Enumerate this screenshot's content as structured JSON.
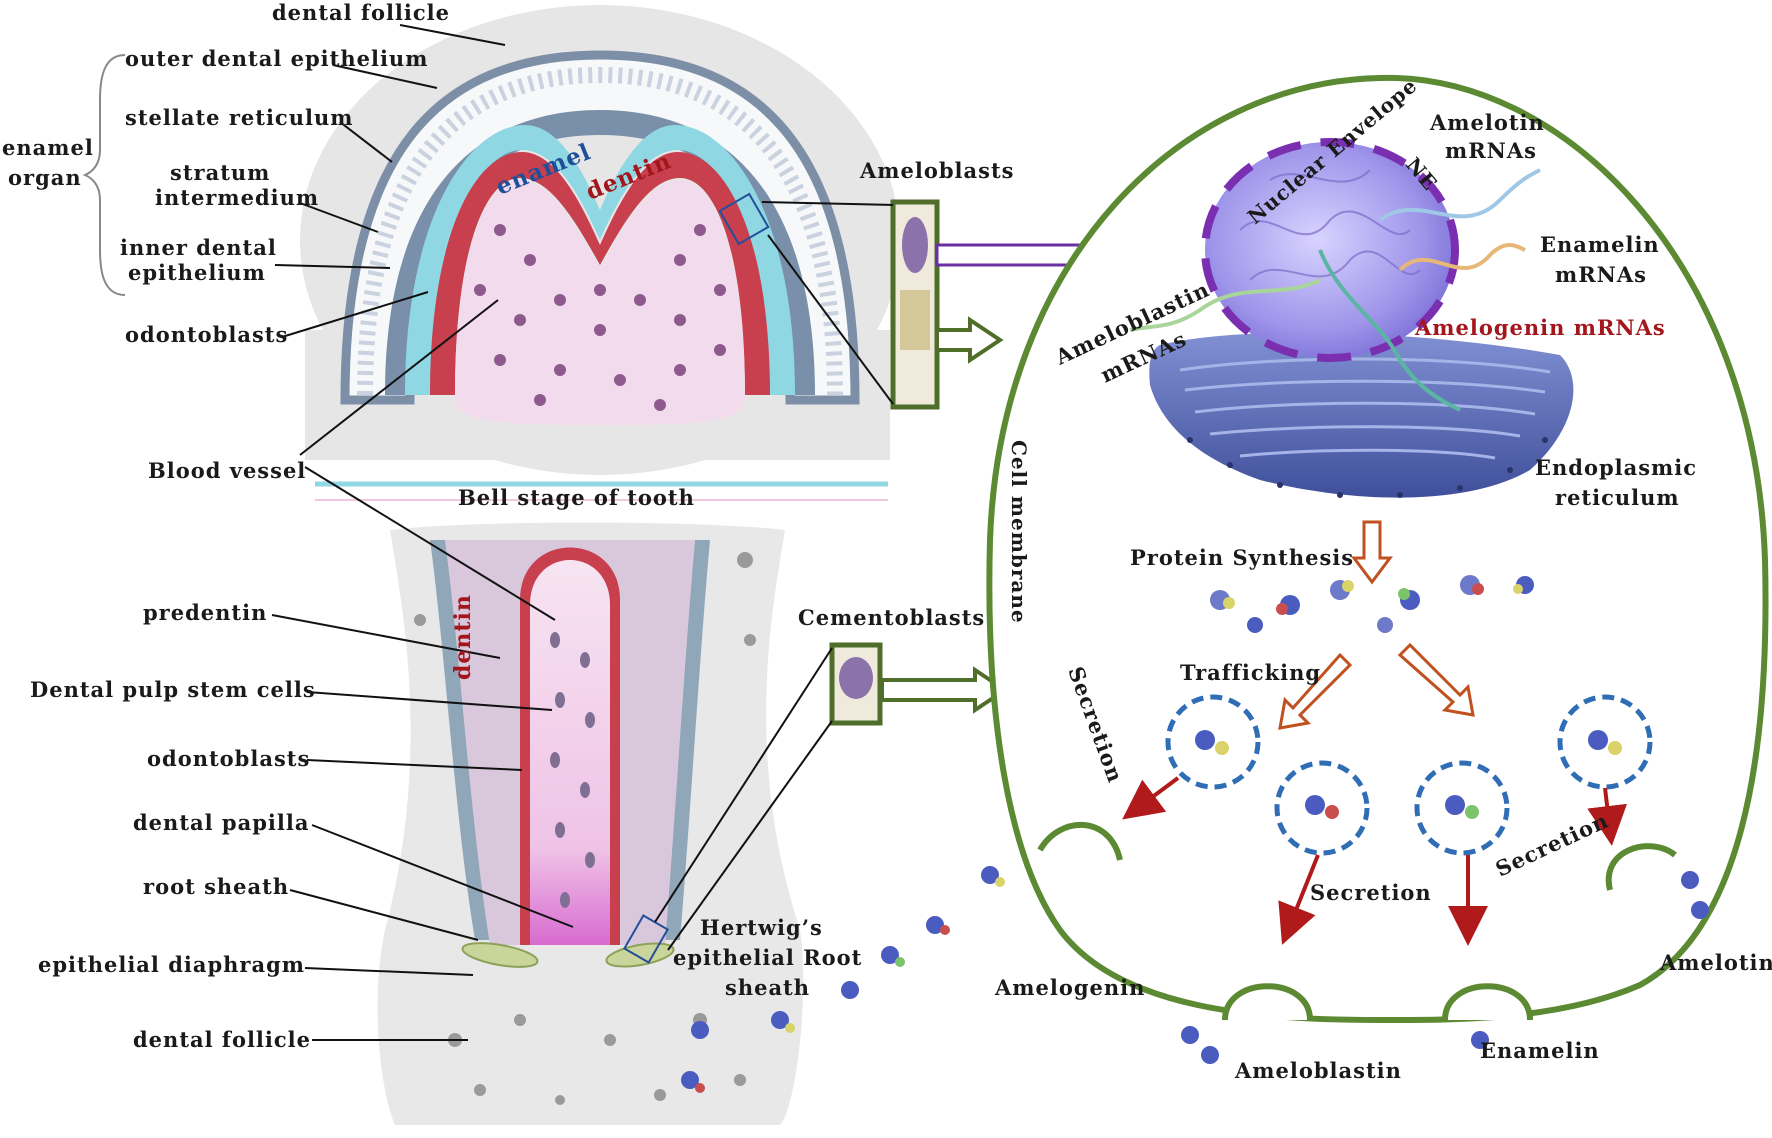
{
  "colors": {
    "membrane": "#5b8a32",
    "arrow_orange": "#c0501e",
    "arrow_red": "#b01a1a",
    "vesicle": "#2f6db5",
    "nucleus": "#9a8fe6",
    "nuclear_envelope": "#7a2fb0",
    "er": "#5566b0",
    "dentin": "#c8404e",
    "enamel": "#8fd7e3",
    "pulp": "#f3dbee",
    "text_red": "#a3161c"
  },
  "bell": {
    "dental_follicle": "dental  follicle",
    "outer_dental_epithelium": "outer dental epithelium",
    "stellate_reticulum": "stellate reticulum",
    "enamel_organ_1": "enamel",
    "enamel_organ_2": "organ",
    "stratum_1": "stratum",
    "stratum_2": "intermedium",
    "inner_1": "inner dental",
    "inner_2": "epithelium",
    "odontoblasts": "odontoblasts",
    "enamel_word": "enamel",
    "dentin_word": "dentin",
    "blood_vessel": "Blood vessel",
    "stage_title": "Bell stage of tooth"
  },
  "root": {
    "predentin": "predentin",
    "dentin_word": "dentin",
    "dpsc": "Dental pulp stem cells",
    "odontoblasts": "odontoblasts",
    "dental_papilla": "dental  papilla",
    "root_sheath": "root sheath",
    "epithelial_diaphragm": "epithelial diaphragm",
    "dental_follicle": "dental  follicle",
    "hertwig_1": "Hertwig’s",
    "hertwig_2": "epithelial Root",
    "hertwig_3": "sheath"
  },
  "cells": {
    "ameloblasts": "Ameloblasts",
    "cementoblasts": "Cementoblasts"
  },
  "ameloblast_cell": {
    "nuclear_envelope": "Nuclear Envelope",
    "ne": "NE",
    "amelotin_mrna_1": "Amelotin",
    "amelotin_mrna_2": "mRNAs",
    "enamelin_mrna_1": "Enamelin",
    "enamelin_mrna_2": "mRNAs",
    "ameloblastin_mrna_1": "Ameloblastin",
    "ameloblastin_mrna_2": "mRNAs",
    "amelogenin_mrna": "Amelogenin  mRNAs",
    "er_1": "Endoplasmic",
    "er_2": "reticulum",
    "cell_membrane": "Cell membrane",
    "protein_synthesis": "Protein Synthesis",
    "trafficking": "Trafficking",
    "secretion_left": "Secretion",
    "secretion_mid": "Secretion",
    "secretion_right": "Secretion",
    "amelogenin": "Amelogenin",
    "ameloblastin": "Ameloblastin",
    "enamelin": "Enamelin",
    "amelotin": "Amelotin"
  }
}
